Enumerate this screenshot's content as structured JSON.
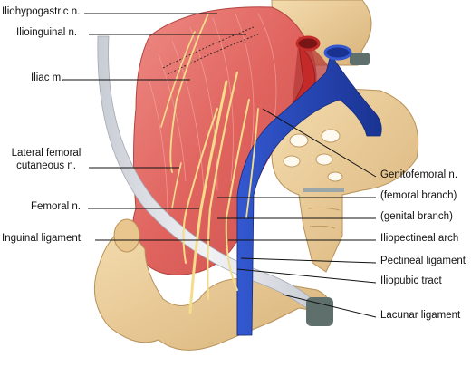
{
  "labels_left": {
    "iliohypogastric": "Iliohypogastric n.",
    "ilioinguinal": "Ilioinguinal n.",
    "iliac": "Iliac m.",
    "lateral_femoral_1": "Lateral femoral",
    "lateral_femoral_2": "cutaneous n.",
    "femoral": "Femoral n.",
    "inguinal": "Inguinal ligament"
  },
  "labels_right": {
    "genitofemoral": "Genitofemoral n.",
    "femoral_branch": "(femoral branch)",
    "genital_branch": "(genital branch)",
    "iliopectineal": "Iliopectineal arch",
    "pectineal": "Pectineal ligament",
    "iliopubic": "Iliopubic tract",
    "lacunar": "Lacunar ligament"
  },
  "colors": {
    "muscle": "#e4726d",
    "bone": "#eccc96",
    "vein": "#2244b8",
    "artery": "#c42a2a",
    "nerve": "#f3dc8c",
    "ligament": "#dde0e6",
    "cartilage": "#5f6f6c"
  }
}
